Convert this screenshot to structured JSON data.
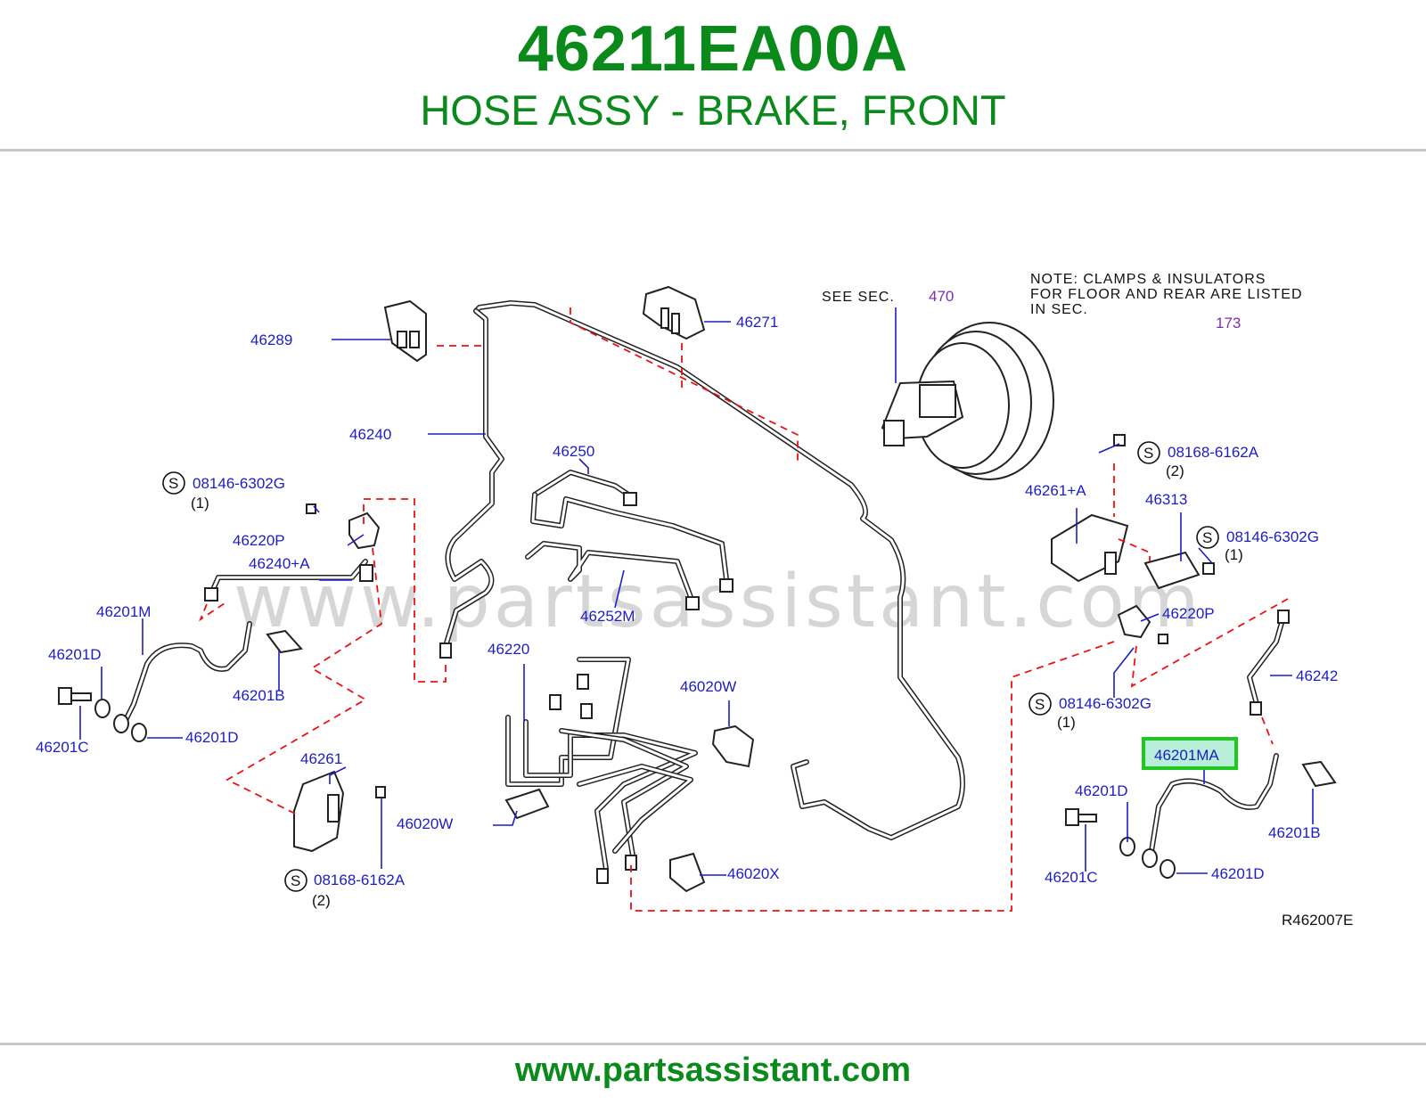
{
  "header": {
    "part_number": "46211EA00A",
    "part_name": "HOSE ASSY - BRAKE, FRONT"
  },
  "footer": {
    "url": "www.partsassistant.com"
  },
  "diagram": {
    "watermark": "www.partsassistant.com",
    "diagram_code": "R462007E",
    "note": {
      "line1": "NOTE:  CLAMPS  &  INSULATORS",
      "line2": "FOR  FLOOR  AND  REAR  ARE LISTED",
      "line3": "IN SEC.",
      "section": "173"
    },
    "see_sec": {
      "text": "SEE  SEC.",
      "section": "470"
    },
    "highlighted_part": "46201MA",
    "labels": {
      "p46289": "46289",
      "p46271": "46271",
      "p46240": "46240",
      "p46250": "46250",
      "p46252M": "46252M",
      "p46220": "46220",
      "p46020W_a": "46020W",
      "p46020W_b": "46020W",
      "p46020X": "46020X",
      "p46261": "46261",
      "p46220P_l": "46220P",
      "p46240A": "46240+A",
      "p46201M": "46201M",
      "p46201D_l1": "46201D",
      "p46201D_l2": "46201D",
      "p46201C_l": "46201C",
      "p46201B_l": "46201B",
      "s08146_l": "08146-6302G",
      "s08146_l_qty": "(1)",
      "s08168_l": "08168-6162A",
      "s08168_l_qty": "(2)",
      "s08168_r": "08168-6162A",
      "s08168_r_qty": "(2)",
      "p46261A": "46261+A",
      "p46313": "46313",
      "s08146_r1": "08146-6302G",
      "s08146_r1_qty": "(1)",
      "p46220P_r": "46220P",
      "s08146_r2": "08146-6302G",
      "s08146_r2_qty": "(1)",
      "p46242": "46242",
      "p46201D_r1": "46201D",
      "p46201D_r2": "46201D",
      "p46201C_r": "46201C",
      "p46201B_r": "46201B",
      "s_symbol": "S"
    }
  }
}
